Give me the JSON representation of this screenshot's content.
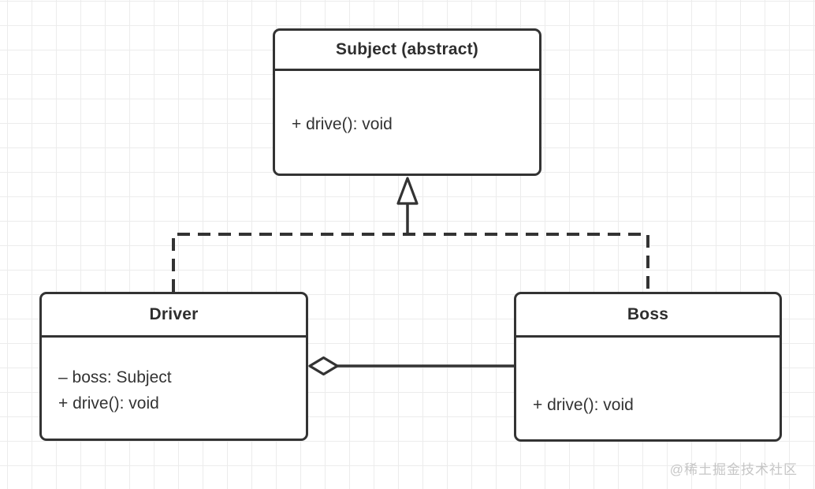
{
  "diagram": {
    "type": "uml-class-diagram",
    "classes": [
      {
        "name": "Subject (abstract)",
        "stereotype": "abstract",
        "members": [
          "+ drive(): void"
        ]
      },
      {
        "name": "Driver",
        "members": [
          "– boss: Subject",
          "+ drive(): void"
        ]
      },
      {
        "name": "Boss",
        "members": [
          "+ drive(): void"
        ]
      }
    ],
    "relationships": [
      {
        "type": "inheritance",
        "from": "Driver",
        "to": "Subject (abstract)",
        "line": "dashed",
        "marker": "hollow-triangle"
      },
      {
        "type": "inheritance",
        "from": "Boss",
        "to": "Subject (abstract)",
        "line": "dashed",
        "marker": "hollow-triangle"
      },
      {
        "type": "aggregation",
        "whole": "Driver",
        "part": "Boss",
        "line": "solid",
        "marker": "hollow-diamond"
      }
    ],
    "watermark": "@稀土掘金技术社区",
    "colors": {
      "line": "#333333",
      "text": "#333333",
      "grid": "#ececec",
      "background": "#ffffff",
      "watermark": "#c6c6c6"
    }
  }
}
